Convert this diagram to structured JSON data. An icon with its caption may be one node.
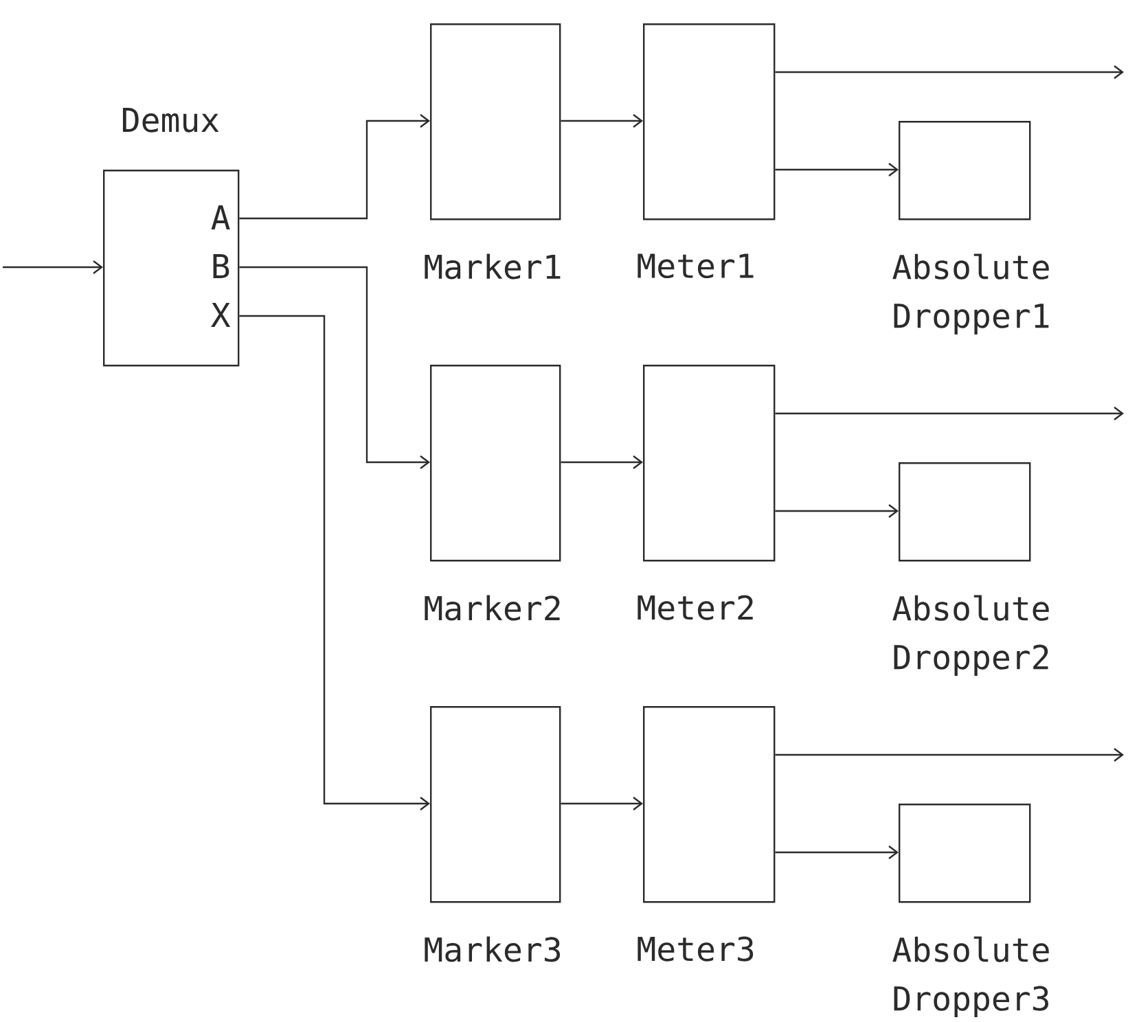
{
  "diagram": {
    "nodes": [
      {
        "text": [
          "Demux",
          "A",
          "B",
          "X"
        ]
      },
      {
        "text": [
          "Marker1"
        ]
      },
      {
        "text": [
          "Meter1"
        ]
      },
      {
        "text": [
          "Absolute Dropper1"
        ]
      },
      {
        "text": [
          "Marker2"
        ]
      },
      {
        "text": [
          "Meter2"
        ]
      },
      {
        "text": [
          "Absolute Dropper2"
        ]
      },
      {
        "text": [
          "Marker3"
        ]
      },
      {
        "text": [
          "Meter3"
        ]
      },
      {
        "text": [
          "Absolute Dropper3"
        ]
      }
    ],
    "edges": [
      {
        "from": null,
        "to": 0,
        "arrow": "to"
      },
      {
        "from": 0,
        "to": 1,
        "arrow": "to"
      },
      {
        "from": 0,
        "to": 4,
        "arrow": "to"
      },
      {
        "from": 0,
        "to": 7,
        "arrow": "to"
      },
      {
        "from": 1,
        "to": 2,
        "arrow": "to"
      },
      {
        "from": 4,
        "to": 5,
        "arrow": "to"
      },
      {
        "from": 7,
        "to": 8,
        "arrow": "to"
      },
      {
        "from": 2,
        "to": 3,
        "arrow": "to"
      },
      {
        "from": 5,
        "to": 6,
        "arrow": "to"
      },
      {
        "from": 8,
        "to": 9,
        "arrow": "to"
      },
      {
        "from": 2,
        "to": null,
        "arrow": "to"
      },
      {
        "from": 5,
        "to": null,
        "arrow": "to"
      },
      {
        "from": 8,
        "to": null,
        "arrow": "to"
      }
    ]
  }
}
